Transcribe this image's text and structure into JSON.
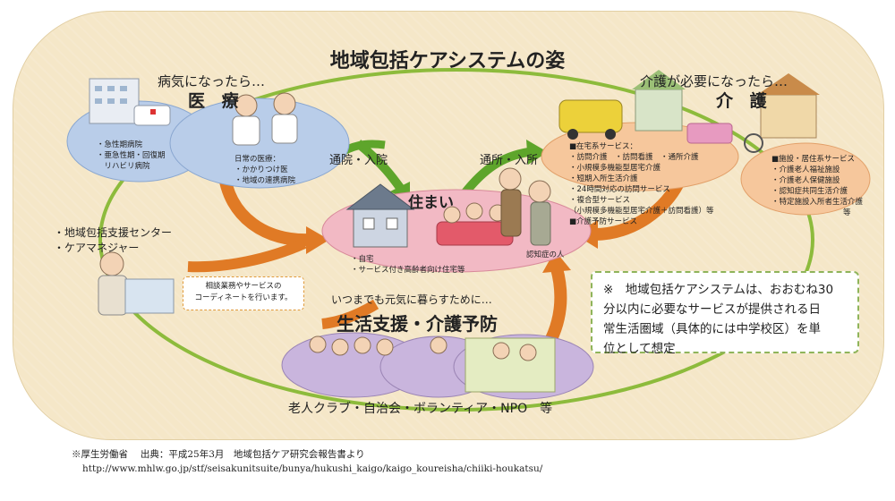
{
  "title": "地域包括ケアシステムの姿",
  "medical": {
    "caption": "病気になったら…",
    "heading": "医 療",
    "hospital_items": [
      "・急性期病院",
      "・亜急性期・回復期",
      "　リハビリ病院"
    ],
    "clinic_items": [
      "日常の医療：",
      "・かかりつけ医",
      "・地域の連携病院"
    ]
  },
  "care": {
    "caption": "介護が必要になったら…",
    "heading": "介 護",
    "home_services": [
      "■在宅系サービス：",
      "・訪問介護　・訪問看護　・通所介護",
      "・小規模多機能型居宅介護",
      "・短期入所生活介護",
      "・24時間対応の訪問サービス",
      "・複合型サービス",
      "（小規模多機能型居宅介護＋訪問看護）等",
      "■介護予防サービス"
    ],
    "facility_services": [
      "■施設・居住系サービス",
      "・介護老人福祉施設",
      "・介護老人保健施設",
      "・認知症共同生活介護",
      "・特定施設入所者生活介護",
      "等"
    ]
  },
  "flows": {
    "hospital": "通院・入院",
    "daycare": "通所・入所"
  },
  "home": {
    "heading": "住まい",
    "items": [
      "・自宅",
      "・サービス付き高齢者向け住宅等"
    ],
    "dementia_label": "認知症の人"
  },
  "support_center": {
    "items": [
      "・地域包括支援センター",
      "・ケアマネジャー"
    ],
    "callout": "相談業務やサービスの\nコーディネートを行います。"
  },
  "prevention": {
    "caption": "いつまでも元気に暮らすために…",
    "heading": "生活支援・介護予防",
    "groups": "老人クラブ・自治会・ボランティア・NPO　等"
  },
  "note": {
    "lines": [
      "※　地域包括ケアシステムは、おおむね30",
      "分以内に必要なサービスが提供される日",
      "常生活圏域（具体的には中学校区）を単",
      "位として想定"
    ]
  },
  "footer": {
    "source": "※厚生労働省　 出典：平成25年3月　地域包括ケア研究会報告書より",
    "url": "http://www.mhlw.go.jp/stf/seisakunitsuite/bunya/hukushi_kaigo/kaigo_koureisha/chiiki-houkatsu/"
  },
  "colors": {
    "background": "#f5e7c8",
    "medical_ellipse": "#b9cde9",
    "care_ellipse": "#f6c79c",
    "home_ellipse": "#f2b9c4",
    "prevention_ellipse": "#c9b5dd",
    "green_ring": "#8dbb3c",
    "orange_arrow": "#e07a25",
    "note_border": "#8fb45a"
  }
}
